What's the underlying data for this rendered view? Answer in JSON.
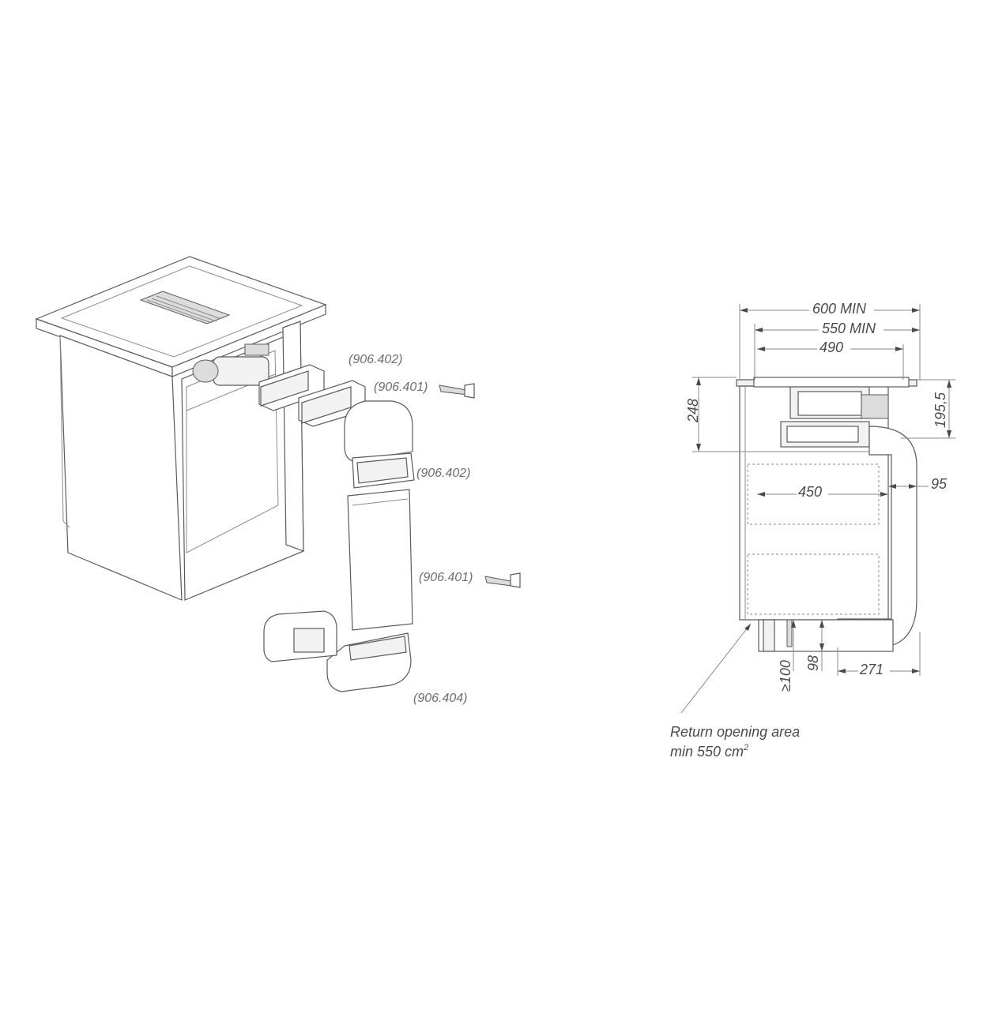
{
  "labels": {
    "duct_906_402_top": "(906.402)",
    "duct_906_401_top": "(906.401)",
    "duct_906_402_mid": "(906.402)",
    "duct_906_401_mid": "(906.401)",
    "duct_906_404": "(906.404)"
  },
  "dimensions": {
    "width_600": "600 MIN",
    "width_550": "550 MIN",
    "width_490": "490",
    "height_248": "248",
    "height_195": "195,5",
    "width_450": "450",
    "depth_95": "95",
    "plinth_100": "≥100",
    "plinth_98": "98",
    "depth_271": "271"
  },
  "note": {
    "line1": "Return opening area",
    "line2_prefix": "min 550 cm",
    "line2_sup": "2"
  }
}
